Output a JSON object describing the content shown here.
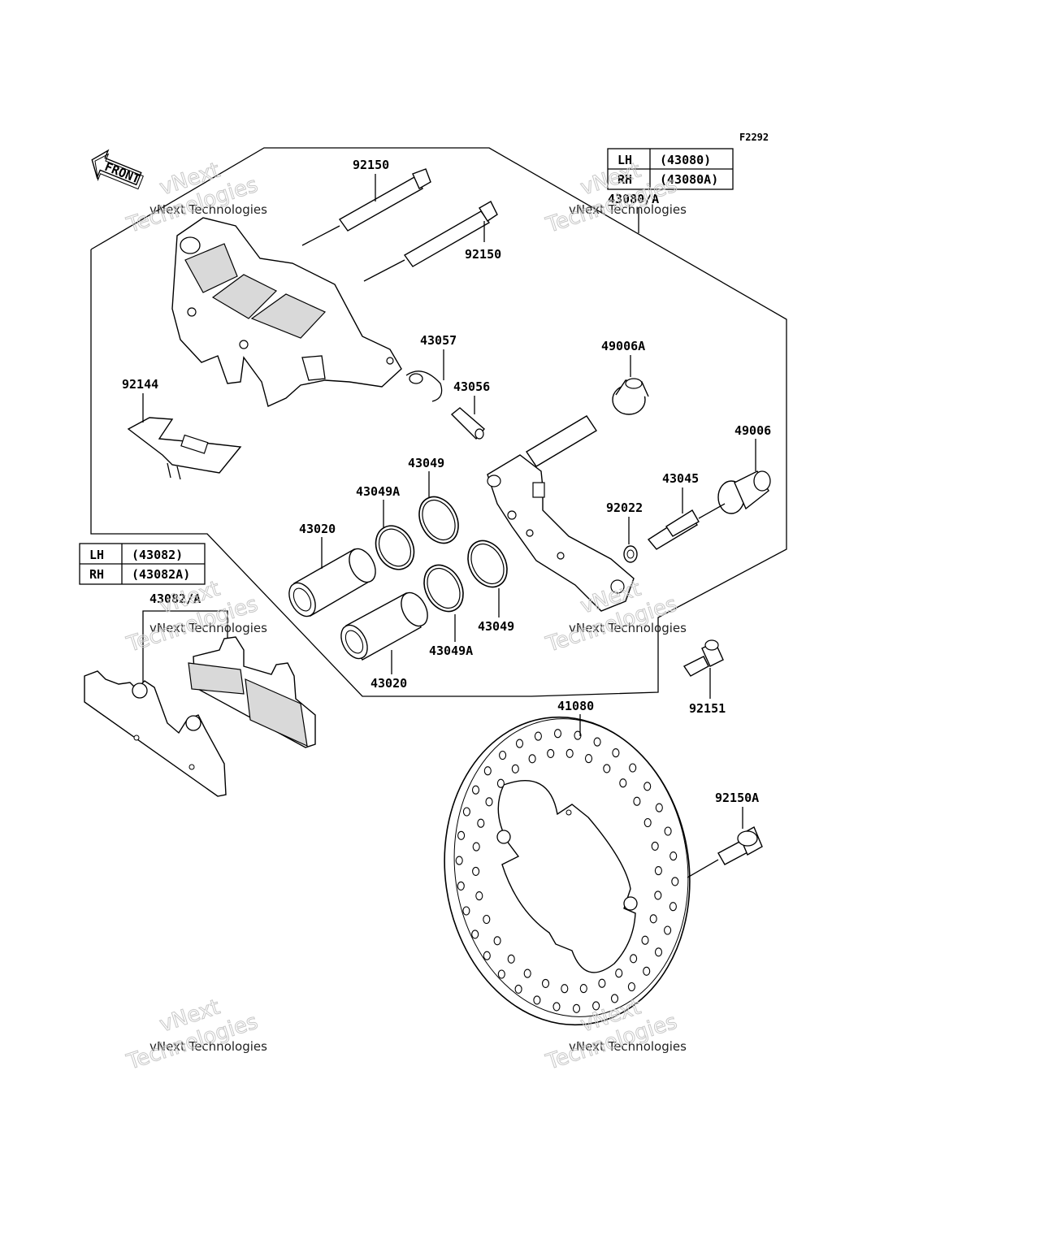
{
  "figure_code": "F2292",
  "front_label": "FRONT",
  "caliper_assembly_table": [
    {
      "side": "LH",
      "part": "(43080)"
    },
    {
      "side": "RH",
      "part": "(43080A)"
    }
  ],
  "caliper_assembly_ref": "43080/A",
  "pad_table": [
    {
      "side": "LH",
      "part": "(43082)"
    },
    {
      "side": "RH",
      "part": "(43082A)"
    }
  ],
  "pad_ref": "43082/A",
  "part_labels": {
    "p92150_top": "92150",
    "p92150_mid": "92150",
    "p43057": "43057",
    "p43056": "43056",
    "p92144": "92144",
    "p49006A": "49006A",
    "p49006": "49006",
    "p43045": "43045",
    "p92022": "92022",
    "p43049_top": "43049",
    "p43049A_top": "43049A",
    "p43020_top": "43020",
    "p43049_bot": "43049",
    "p43049A_bot": "43049A",
    "p43020_bot": "43020",
    "p92151": "92151",
    "p41080": "41080",
    "p92150A": "92150A"
  },
  "watermark": {
    "line1": "vNext Technologies",
    "line2_a": "vNext",
    "line2_b": "Technologies"
  }
}
